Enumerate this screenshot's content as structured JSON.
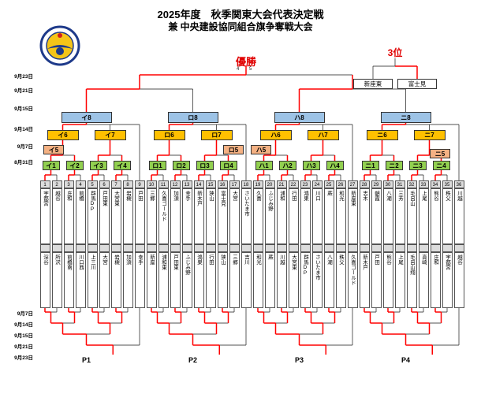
{
  "header": {
    "title_line1": "2025年度　秋季関東大会代表決定戦",
    "title_line2": "兼 中央建設協同組合旗争奪戦大会"
  },
  "champion_label": "優勝",
  "third_place_label": "3位",
  "third_place_teams": [
    "新座東",
    "富士見"
  ],
  "final_match_numbers": [
    "4",
    "5"
  ],
  "dates_top": [
    "9月23日",
    "9月21日",
    "9月15日",
    "9月14日",
    "9月7日",
    "8月31日"
  ],
  "dates_bottom": [
    "9月7日",
    "9月14日",
    "9月15日",
    "9月21日",
    "9月23日"
  ],
  "rounds": {
    "r8": [
      "イ8",
      "ロ8",
      "ハ8",
      "ニ8"
    ],
    "r67": [
      "イ6",
      "イ7",
      "ロ6",
      "ロ7",
      "ハ6",
      "ハ7",
      "ニ6",
      "ニ7"
    ],
    "r5": [
      "イ5",
      "ロ5",
      "ハ5",
      "ニ5"
    ],
    "r14": [
      "イ1",
      "イ2",
      "イ3",
      "イ4",
      "ロ1",
      "ロ2",
      "ロ3",
      "ロ4",
      "ハ1",
      "ハ2",
      "ハ3",
      "ハ4",
      "ニ1",
      "ニ2",
      "ニ3",
      "ニ4"
    ]
  },
  "teams_top": [
    {
      "no": "1",
      "name": "宇都宮"
    },
    {
      "no": "2",
      "name": "越谷"
    },
    {
      "no": "3",
      "name": "庄和"
    },
    {
      "no": "4",
      "name": "前橋"
    },
    {
      "no": "5",
      "name": "群馬DP"
    },
    {
      "no": "6",
      "name": "戸田東"
    },
    {
      "no": "7",
      "name": "大宮東"
    },
    {
      "no": "8",
      "name": "岩槻"
    },
    {
      "no": "9",
      "name": "戸田"
    },
    {
      "no": "10",
      "name": "三郷"
    },
    {
      "no": "11",
      "name": "久喜ゴールド"
    },
    {
      "no": "12",
      "name": "加須"
    },
    {
      "no": "13",
      "name": "幸手"
    },
    {
      "no": "14",
      "name": "新木戸"
    },
    {
      "no": "15",
      "name": "狭山"
    },
    {
      "no": "16",
      "name": "富士見"
    },
    {
      "no": "17",
      "name": "大宮"
    },
    {
      "no": "18",
      "name": "さいたま市"
    },
    {
      "no": "19",
      "name": "久喜"
    },
    {
      "no": "20",
      "name": "ふじみ野"
    },
    {
      "no": "21",
      "name": "浦和"
    },
    {
      "no": "22",
      "name": "行田"
    },
    {
      "no": "23",
      "name": "鴻巣"
    },
    {
      "no": "24",
      "name": "川口"
    },
    {
      "no": "25",
      "name": "蕨"
    },
    {
      "no": "26",
      "name": "和光"
    },
    {
      "no": "27",
      "name": "新座東"
    },
    {
      "no": "28",
      "name": "志木"
    },
    {
      "no": "29",
      "name": "朝霞"
    },
    {
      "no": "30",
      "name": "八潮"
    },
    {
      "no": "31",
      "name": "三芳"
    },
    {
      "no": "32",
      "name": "毛呂山"
    },
    {
      "no": "33",
      "name": "上尾"
    },
    {
      "no": "34",
      "name": "熊谷"
    },
    {
      "no": "35",
      "name": "秩父"
    },
    {
      "no": "36",
      "name": "川越"
    }
  ],
  "teams_bottom": [
    {
      "name": "深谷"
    },
    {
      "name": "所沢"
    },
    {
      "name": "前橋南"
    },
    {
      "name": "川口西"
    },
    {
      "name": "上三川"
    },
    {
      "name": "大宮"
    },
    {
      "name": "岩槻"
    },
    {
      "name": "加須"
    },
    {
      "name": "幸手"
    },
    {
      "name": "新座"
    },
    {
      "name": "浦和東"
    },
    {
      "name": "戸田東"
    },
    {
      "name": "ふじみ野"
    },
    {
      "name": "鴻巣"
    },
    {
      "name": "行田"
    },
    {
      "name": "狭山"
    },
    {
      "name": "三郷"
    },
    {
      "name": "吉川"
    },
    {
      "name": "和光"
    },
    {
      "name": "蕨"
    },
    {
      "name": "川越"
    },
    {
      "name": "大宮東"
    },
    {
      "name": "群馬DP"
    },
    {
      "name": "さいたま市"
    },
    {
      "name": "八潮"
    },
    {
      "name": "秩父"
    },
    {
      "name": "久喜ゴールド"
    },
    {
      "name": "新木戸"
    },
    {
      "name": "戸田"
    },
    {
      "name": "熊谷"
    },
    {
      "name": "上尾"
    },
    {
      "name": "毛呂山翔"
    },
    {
      "name": "高崎"
    },
    {
      "name": "庄和"
    },
    {
      "name": "宇都宮"
    },
    {
      "name": "越谷"
    }
  ],
  "placement_labels": [
    "P1",
    "P2",
    "P3",
    "P4"
  ],
  "colors": {
    "bracket_black": "#1a1a1a",
    "bracket_red": "#ff0000",
    "round8_blue": "#9dc3e6",
    "round67_yellow": "#ffc000",
    "round5_orange": "#f4b183",
    "round14_green": "#92d050"
  }
}
